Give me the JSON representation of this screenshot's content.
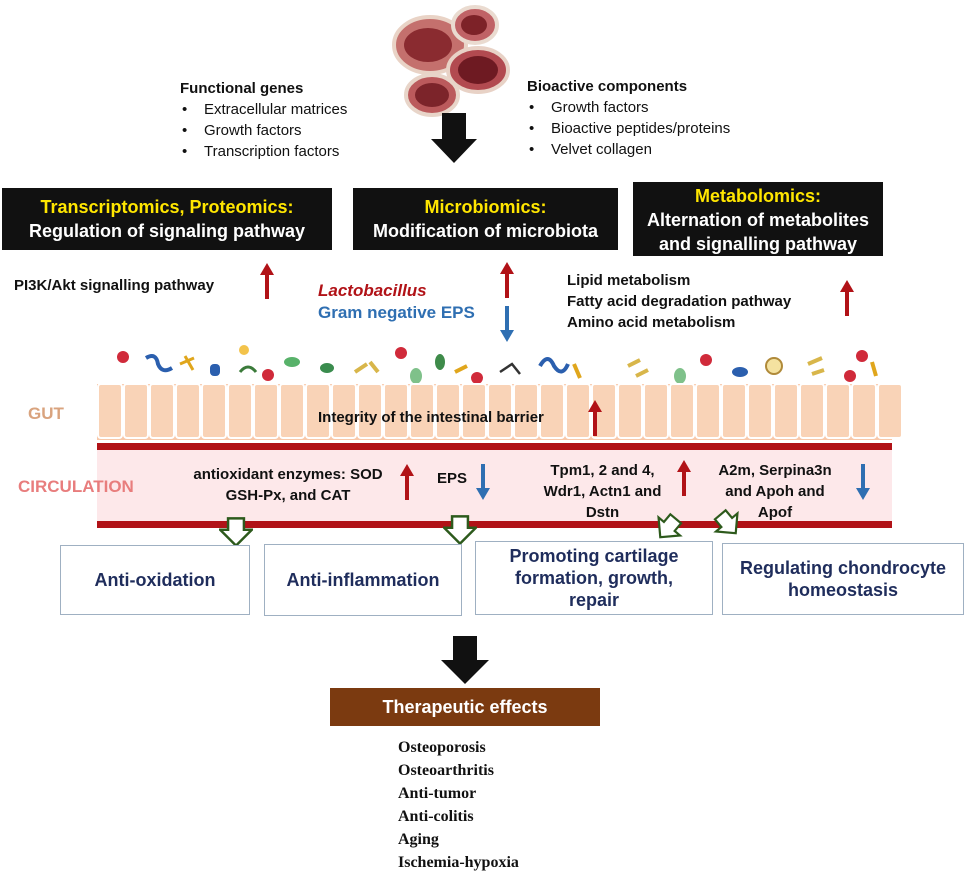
{
  "functional_genes": {
    "title": "Functional genes",
    "items": [
      "Extracellular matrices",
      "Growth factors",
      "Transcription factors"
    ]
  },
  "bioactive_components": {
    "title": "Bioactive components",
    "items": [
      "Growth factors",
      "Bioactive peptides/proteins",
      "Velvet collagen"
    ]
  },
  "omics": [
    {
      "title": "Transcriptomics, Proteomics:",
      "subtitle": "Regulation of signaling pathway"
    },
    {
      "title": "Microbiomics:",
      "subtitle": "Modification of microbiota"
    },
    {
      "title": "Metabolomics:",
      "subtitle_line1": "Alternation of metabolites",
      "subtitle_line2": "and signalling pathway"
    }
  ],
  "pathway_label": "PI3K/Akt signalling pathway",
  "microbiota": {
    "up": "Lactobacillus",
    "down": "Gram negative EPS"
  },
  "metabolism": [
    "Lipid metabolism",
    "Fatty acid degradation pathway",
    "Amino acid metabolism"
  ],
  "gut": {
    "label": "GUT",
    "barrier": "Integrity of the intestinal barrier"
  },
  "circulation": {
    "label": "CIRCULATION",
    "enzymes": {
      "line1": "antioxidant enzymes: SOD",
      "line2": "GSH-Px, and CAT"
    },
    "eps": "EPS",
    "tpm": {
      "line1": "Tpm1, 2 and 4,",
      "line2": "Wdr1, Actn1 and",
      "line3": "Dstn"
    },
    "a2m": {
      "line1": "A2m, Serpina3n",
      "line2": "and Apoh and",
      "line3": "Apof"
    }
  },
  "effects": [
    {
      "line1": "Anti-oxidation"
    },
    {
      "line1": "Anti-inflammation"
    },
    {
      "line1": "Promoting cartilage",
      "line2": "formation, growth,",
      "line3": "repair"
    },
    {
      "line1": "Regulating chondrocyte",
      "line2": "homeostasis"
    }
  ],
  "therapeutic": {
    "title": "Therapeutic effects",
    "items": [
      "Osteoporosis",
      "Osteoarthritis",
      "Anti-tumor",
      "Anti-colitis",
      "Aging",
      "Ischemia-hypoxia"
    ]
  },
  "colors": {
    "up_arrow": "#b11217",
    "down_arrow": "#2f6fb2",
    "gut_label": "#d9a37e",
    "circ_label": "#e87d7d",
    "vessel_line": "#b11217",
    "vessel_fill": "#fde8ea",
    "therapeutic_box": "#7b3a10",
    "effect_text": "#1f2d5c"
  }
}
